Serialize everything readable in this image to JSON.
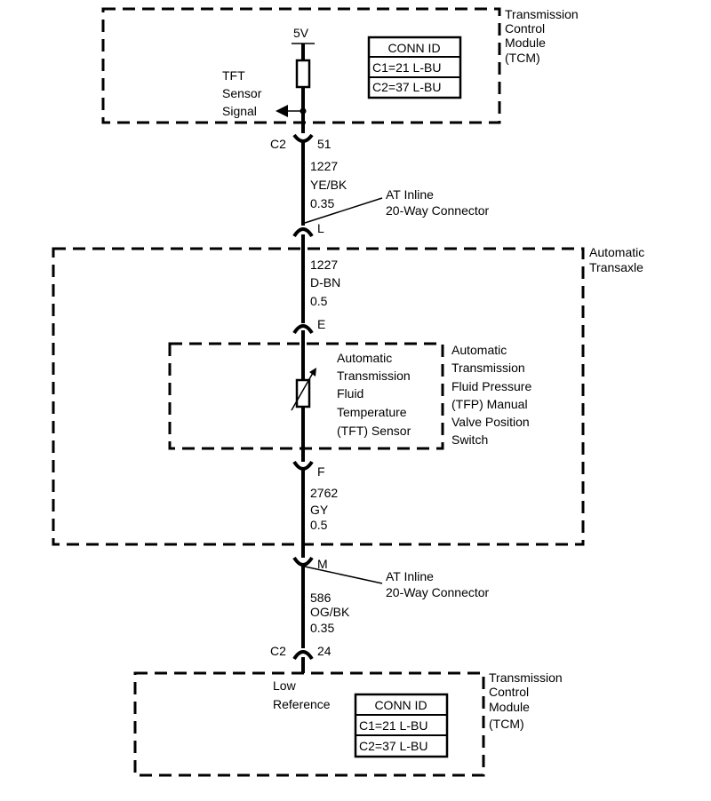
{
  "top_module": {
    "name_lines": [
      "Transmission",
      "Control",
      "Module",
      "(TCM)"
    ],
    "supply": "5V",
    "signal_lines": [
      "TFT",
      "Sensor",
      "Signal"
    ],
    "conn_table": {
      "header": "CONN ID",
      "rows": [
        "C1=21 L-BU",
        "C2=37 L-BU"
      ]
    }
  },
  "pins": {
    "top_c2": {
      "conn": "C2",
      "pin": "51"
    },
    "inline_l": "L",
    "trans_e": "E",
    "trans_f": "F",
    "inline_m": "M",
    "bottom_c2": {
      "conn": "C2",
      "pin": "24"
    }
  },
  "wires": {
    "w1": [
      "1227",
      "YE/BK",
      "0.35"
    ],
    "w2": [
      "1227",
      "D-BN",
      "0.5"
    ],
    "w3": [
      "2762",
      "GY",
      "0.5"
    ],
    "w4": [
      "586",
      "OG/BK",
      "0.35"
    ]
  },
  "inline_connector": [
    "AT Inline",
    "20-Way Connector"
  ],
  "transaxle": [
    "Automatic",
    "Transaxle"
  ],
  "tft_sensor": [
    "Automatic",
    "Transmission",
    "Fluid",
    "Temperature",
    "(TFT) Sensor"
  ],
  "tfp_switch": [
    "Automatic",
    "Transmission",
    "Fluid Pressure",
    "(TFP) Manual",
    "Valve Position",
    "Switch"
  ],
  "bottom_module": {
    "name_lines": [
      "Transmission",
      "Control",
      "Module",
      "(TCM)"
    ],
    "ref_lines": [
      "Low",
      "Reference"
    ],
    "conn_table": {
      "header": "CONN ID",
      "rows": [
        "C1=21 L-BU",
        "C2=37 L-BU"
      ]
    }
  }
}
